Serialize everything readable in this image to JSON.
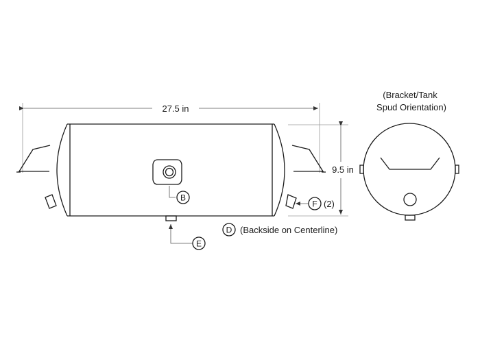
{
  "dimensions": {
    "length": "27.5 in",
    "diameter": "9.5 in"
  },
  "end_view": {
    "title_line1": "(Bracket/Tank",
    "title_line2": "Spud Orientation)"
  },
  "callouts": {
    "b": {
      "letter": "B"
    },
    "d": {
      "letter": "D",
      "note": "(Backside on Centerline)"
    },
    "e": {
      "letter": "E"
    },
    "f": {
      "letter": "F",
      "note": "(2)"
    }
  }
}
